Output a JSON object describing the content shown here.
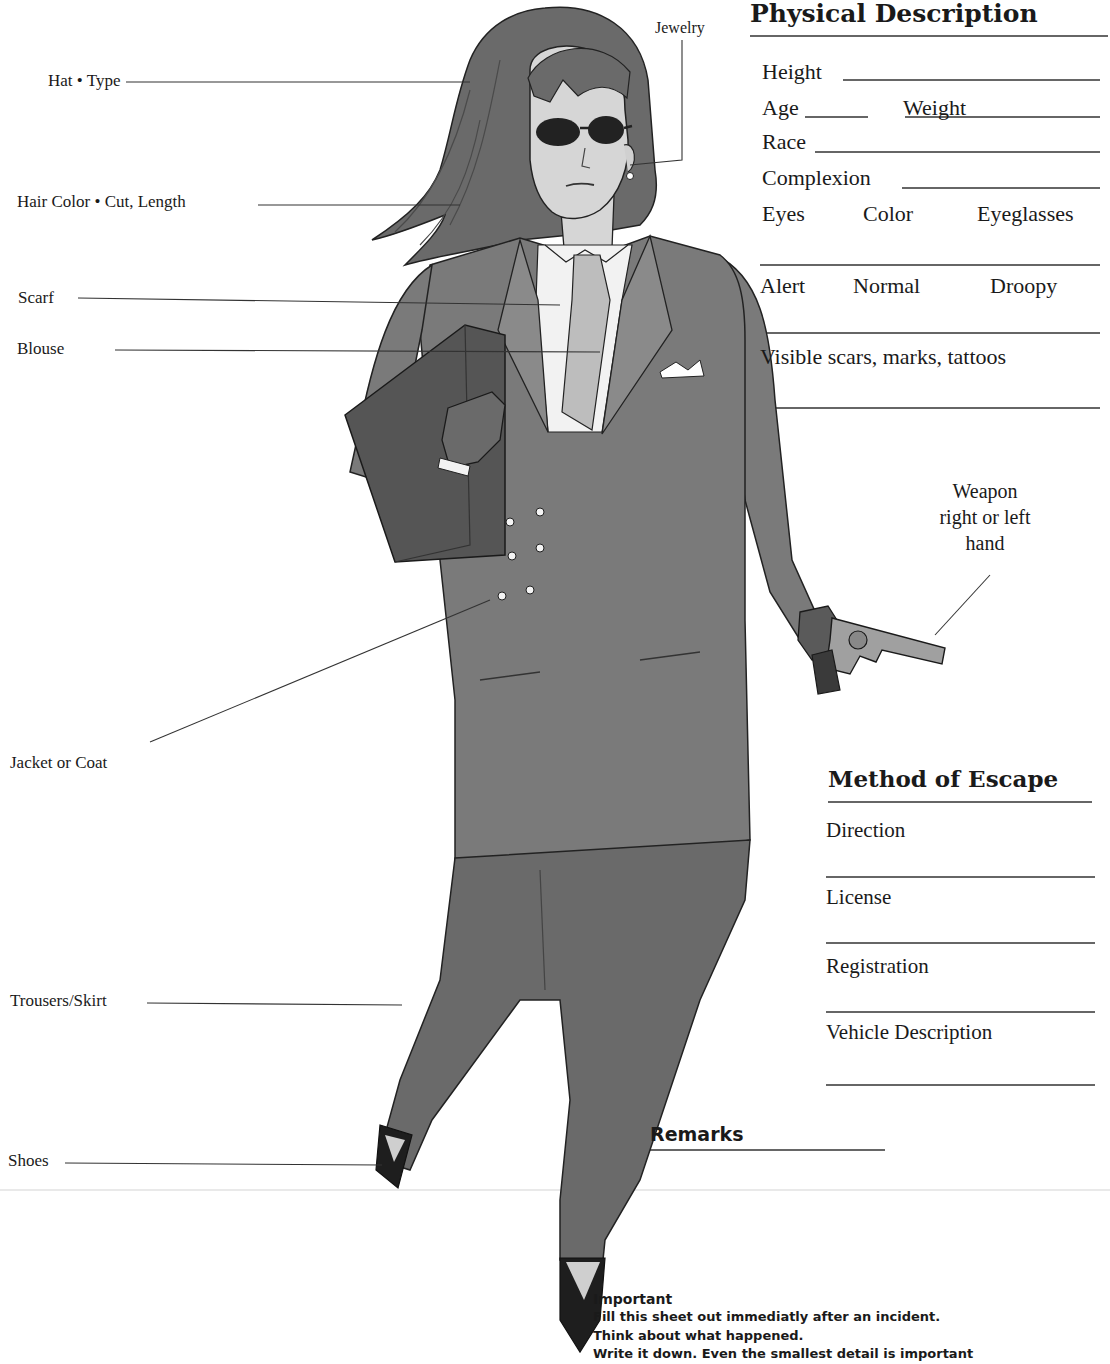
{
  "diagram": {
    "title": "Physical Description",
    "labels": [
      "Hat • Type",
      "Jewelry",
      "Hair Color • Cut, Length",
      "Scarf",
      "Blouse",
      "Jacket or Coat",
      "Trousers/Skirt",
      "Shoes",
      "Height",
      "Age",
      "Weight",
      "Race",
      "Complexion",
      "Eyes",
      "Color",
      "Eyeglasses",
      "Alert",
      "Normal",
      "Droopy",
      "Visible scars, marks, tattoos",
      "Weapon right or left hand",
      "Method of Escape",
      "Direction",
      "License",
      "Registration",
      "Vehicle Description",
      "Remarks",
      "Important",
      "Fill this sheet out immediatly after an incident.",
      "Think about what happened.",
      "Write it down. Even the smallest detail is important"
    ]
  }
}
